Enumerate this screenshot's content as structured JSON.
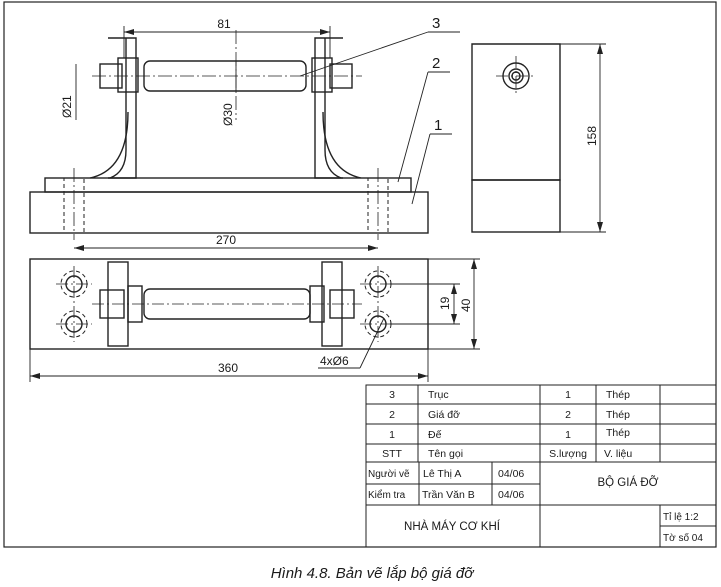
{
  "dimensions": {
    "shaft_length": "81",
    "dia_bolt": "Ø21",
    "dia_shaft": "Ø30",
    "height": "158",
    "hole_spacing": "270",
    "hole_vert": "19",
    "width_top": "40",
    "holes": "4xØ6",
    "total_length": "360"
  },
  "part_labels": [
    "3",
    "2",
    "1"
  ],
  "title_block": {
    "parts": [
      {
        "stt": "3",
        "name": "Trục",
        "qty": "1",
        "material": "Thép"
      },
      {
        "stt": "2",
        "name": "Giá đỡ",
        "qty": "2",
        "material": "Thép"
      },
      {
        "stt": "1",
        "name": "Đế",
        "qty": "1",
        "material": "Thép"
      }
    ],
    "headers": {
      "stt": "STT",
      "name": "Tên gọi",
      "qty": "S.lượng",
      "material": "V. liệu"
    },
    "drawn_by_label": "Người vẽ",
    "drawn_by": "Lê Thị A",
    "drawn_date": "04/06",
    "checked_by_label": "Kiểm tra",
    "checked_by": "Trần Văn B",
    "checked_date": "04/06",
    "drawing_title": "BỘ GIÁ ĐỠ",
    "company": "NHÀ MÁY CƠ KHÍ",
    "scale": "Tỉ lệ 1:2",
    "sheet": "Tờ số 04"
  },
  "caption": "Hình 4.8. Bản vẽ lắp bộ giá đỡ"
}
